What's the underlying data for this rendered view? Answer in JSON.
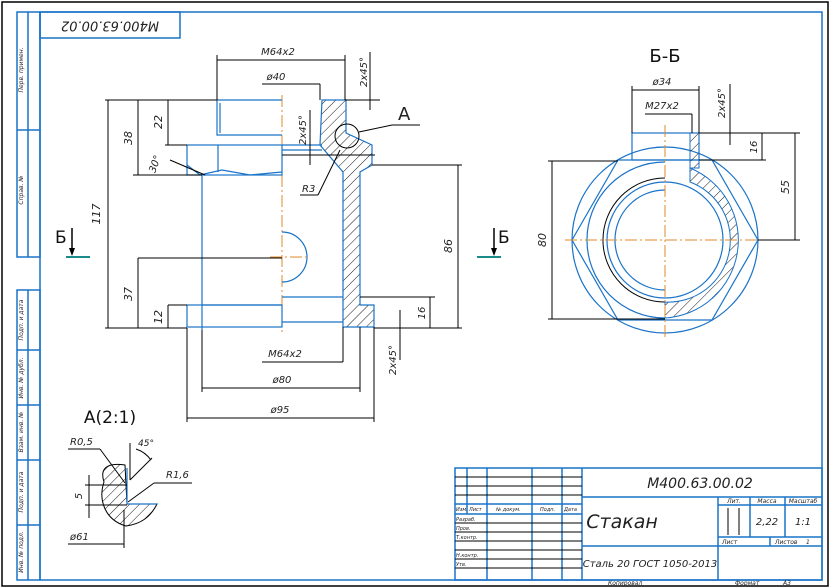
{
  "drawing": {
    "designation": "М400.63.00.02",
    "designation_rotated": "М400.63.00.02",
    "part_name": "Стакан",
    "material": "Сталь 20 ГОСТ 1050-2013",
    "mass": "2,22",
    "scale": "1:1",
    "sheet_label": "Лист",
    "sheets_label": "Листов",
    "sheets_count": "1",
    "lit_label": "Лит.",
    "mass_label": "Масса",
    "scale_label": "Масштаб",
    "copied_label": "Копировал",
    "format_label": "Формат",
    "format_value": "А3"
  },
  "title_block": {
    "header": [
      "Изм.",
      "Лист",
      "№ докум.",
      "Подп.",
      "Дата"
    ],
    "roles": [
      "Разраб.",
      "Пров.",
      "Т.контр.",
      "",
      "Н.контр.",
      "Утв."
    ]
  },
  "side_stamp": [
    "Перв. примен.",
    "Справ. №",
    "Подп. и дата",
    "Инв. № дубл.",
    "Взам. инв. №",
    "Подп. и дата",
    "Инв. № подл."
  ],
  "views": {
    "section_label_left": "Б",
    "section_label_right": "Б",
    "section_title": "Б-Б",
    "detail_callout": "А",
    "detail_title": "А(2:1)"
  },
  "dimensions": {
    "main": {
      "thread_top": "М64x2",
      "d40": "ø40",
      "chamfer_top": "2x45°",
      "chamfer_inner": "2x45°",
      "r3": "R3",
      "h117": "117",
      "h38": "38",
      "h22": "22",
      "ang30": "30°",
      "h37": "37",
      "h12": "12",
      "h86": "86",
      "h16": "16",
      "thread_bottom": "М64x2",
      "chamfer_bottom": "2x45°",
      "d80": "ø80",
      "d95": "ø95"
    },
    "section": {
      "d34": "ø34",
      "thread": "М27x2",
      "chamfer": "2x45°",
      "h16": "16",
      "h55": "55",
      "h80": "80"
    },
    "detail": {
      "r05": "R0,5",
      "r16": "R1,6",
      "ang45": "45°",
      "h5": "5",
      "d61": "ø61"
    }
  }
}
